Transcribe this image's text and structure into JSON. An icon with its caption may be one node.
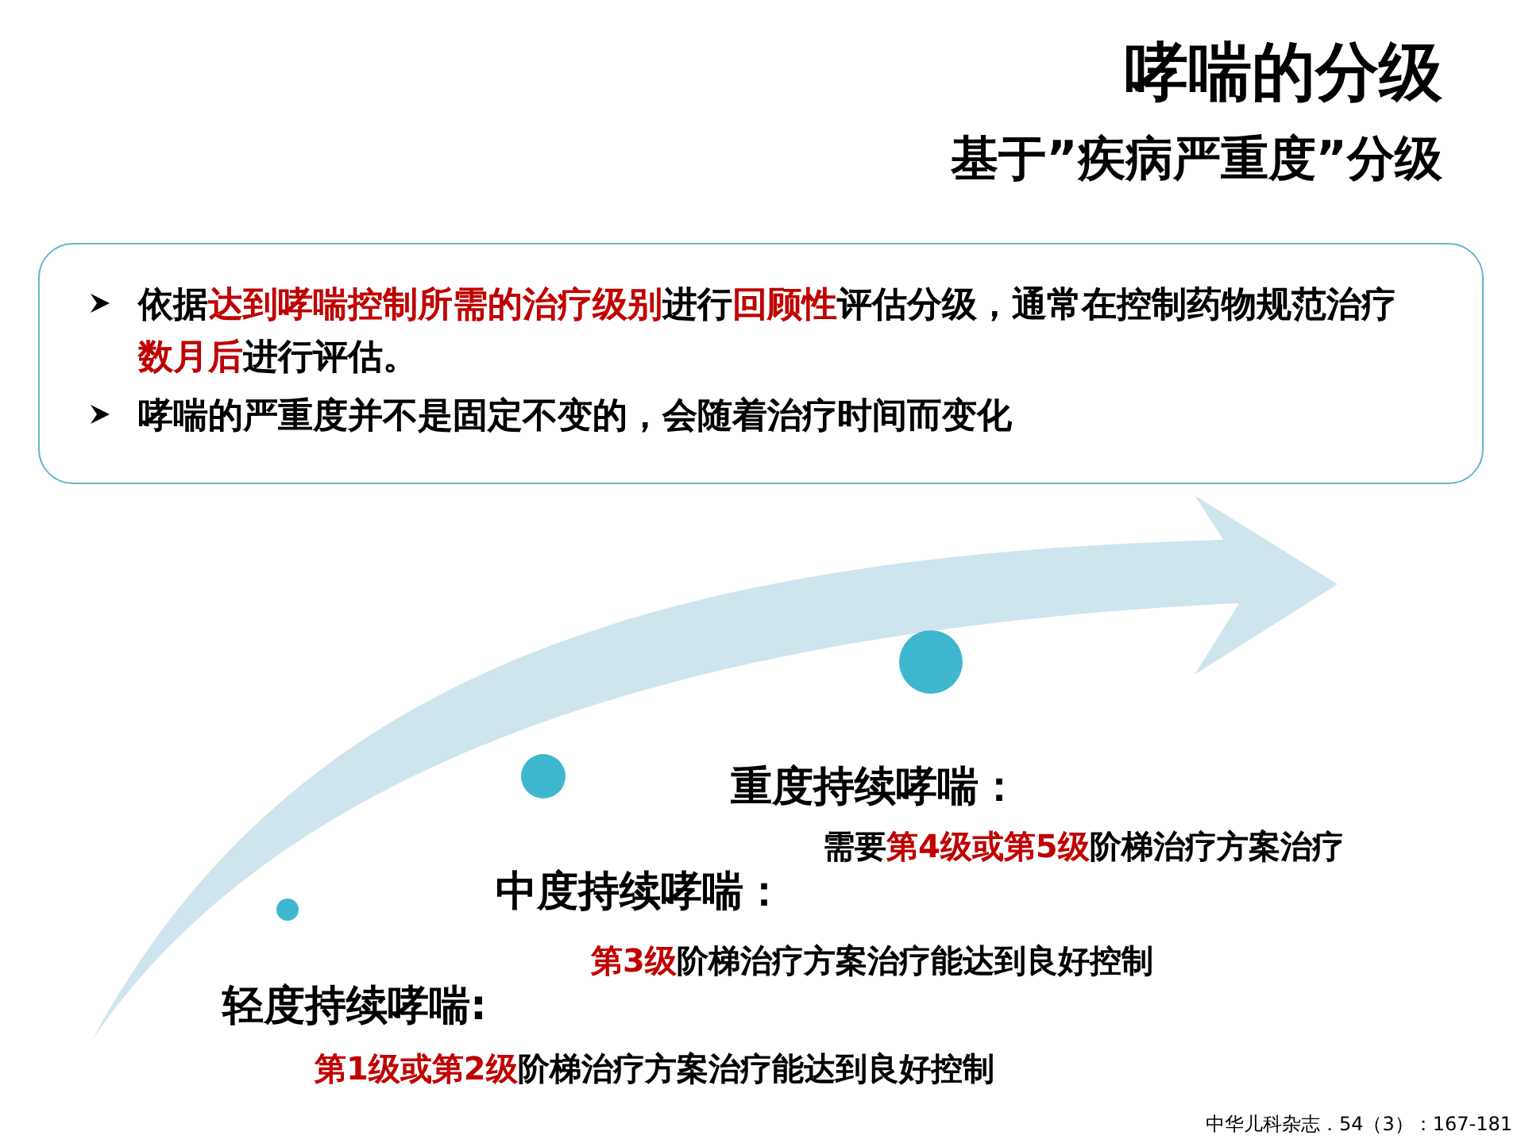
{
  "diagram": {
    "title": "哮喘的分级",
    "nodes": [
      {
        "text": [
          "依据**达到哮喘控制所需的治疗级别**进行**回顾性**评估分级，通常在控制药物规范治疗**数月后**进行评估。",
          "哮喘的严重度并不是固定不变的，会随着治疗时间而变化"
        ]
      },
      {
        "text": [],
        "shape": "circle"
      },
      {
        "text": [],
        "shape": "circle"
      },
      {
        "text": [],
        "shape": "circle"
      }
    ],
    "labels": [
      "基于”疾病严重度”分级",
      "重度持续哮喘：",
      "需要**第4级或第5级**阶梯治疗方案治疗",
      "中度持续哮喘：",
      "**第3级**阶梯治疗方案治疗能达到良好控制",
      "轻度持续哮喘:",
      "**第1级或第2级**阶梯治疗方案治疗能达到良好控制",
      "中华儿科杂志．54（3）：167-181"
    ]
  }
}
